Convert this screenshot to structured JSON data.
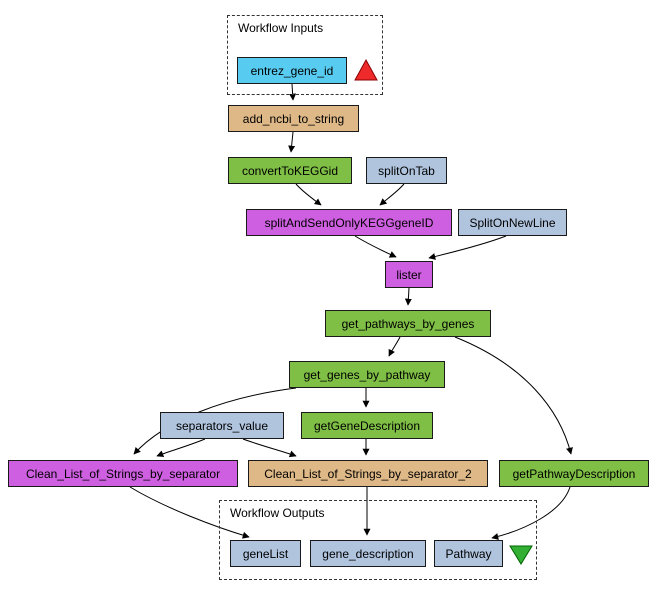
{
  "diagram": {
    "groups": {
      "inputs": {
        "label": "Workflow Inputs"
      },
      "outputs": {
        "label": "Workflow Outputs"
      }
    },
    "colors": {
      "workflow_input_port": "#58CBF0",
      "beanshell": "#DEB887",
      "service": "#7FBF45",
      "local_worker": "#CE5FE0",
      "constant_value": "#B0C4DE",
      "output_port": "#B0C4DE",
      "input_marker": "#EE2A2A",
      "output_marker": "#33B033",
      "edge": "#000000"
    },
    "nodes": {
      "entrez_gene_id": {
        "label": "entrez_gene_id"
      },
      "add_ncbi_to_string": {
        "label": "add_ncbi_to_string"
      },
      "convertToKEGGid": {
        "label": "convertToKEGGid"
      },
      "splitOnTab": {
        "label": "splitOnTab"
      },
      "splitAndSendOnlyKEGGgeneID": {
        "label": "splitAndSendOnlyKEGGgeneID"
      },
      "SplitOnNewLine": {
        "label": "SplitOnNewLine"
      },
      "lister": {
        "label": "lister"
      },
      "get_pathways_by_genes": {
        "label": "get_pathways_by_genes"
      },
      "get_genes_by_pathway": {
        "label": "get_genes_by_pathway"
      },
      "separators_value": {
        "label": "separators_value"
      },
      "getGeneDescription": {
        "label": "getGeneDescription"
      },
      "Clean_List_of_Strings_by_separator": {
        "label": "Clean_List_of_Strings_by_separator"
      },
      "Clean_List_of_Strings_by_separator_2": {
        "label": "Clean_List_of_Strings_by_separator_2"
      },
      "getPathwayDescription": {
        "label": "getPathwayDescription"
      },
      "geneList": {
        "label": "geneList"
      },
      "gene_description": {
        "label": "gene_description"
      },
      "Pathway": {
        "label": "Pathway"
      }
    },
    "edges": [
      {
        "from": "entrez_gene_id",
        "to": "add_ncbi_to_string"
      },
      {
        "from": "add_ncbi_to_string",
        "to": "convertToKEGGid"
      },
      {
        "from": "convertToKEGGid",
        "to": "splitAndSendOnlyKEGGgeneID"
      },
      {
        "from": "splitOnTab",
        "to": "splitAndSendOnlyKEGGgeneID"
      },
      {
        "from": "splitAndSendOnlyKEGGgeneID",
        "to": "lister"
      },
      {
        "from": "SplitOnNewLine",
        "to": "lister"
      },
      {
        "from": "lister",
        "to": "get_pathways_by_genes"
      },
      {
        "from": "get_pathways_by_genes",
        "to": "get_genes_by_pathway"
      },
      {
        "from": "get_pathways_by_genes",
        "to": "getPathwayDescription"
      },
      {
        "from": "get_genes_by_pathway",
        "to": "getGeneDescription"
      },
      {
        "from": "get_genes_by_pathway",
        "to": "Clean_List_of_Strings_by_separator"
      },
      {
        "from": "separators_value",
        "to": "Clean_List_of_Strings_by_separator"
      },
      {
        "from": "separators_value",
        "to": "Clean_List_of_Strings_by_separator_2"
      },
      {
        "from": "getGeneDescription",
        "to": "Clean_List_of_Strings_by_separator_2"
      },
      {
        "from": "Clean_List_of_Strings_by_separator",
        "to": "geneList"
      },
      {
        "from": "Clean_List_of_Strings_by_separator_2",
        "to": "gene_description"
      },
      {
        "from": "getPathwayDescription",
        "to": "Pathway"
      }
    ]
  }
}
